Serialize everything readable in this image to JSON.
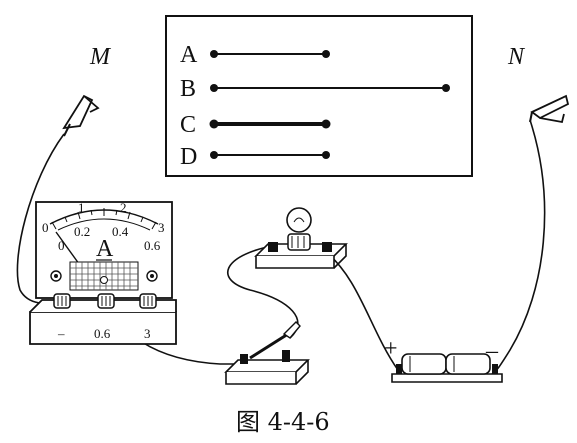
{
  "labels": {
    "clip_left": "M",
    "clip_right": "N",
    "caption": "图 4-4-6"
  },
  "wire_board": {
    "wires": [
      {
        "label": "A"
      },
      {
        "label": "B"
      },
      {
        "label": "C"
      },
      {
        "label": "D"
      }
    ]
  },
  "ammeter": {
    "unit": "A",
    "scale_outer": [
      "0",
      "1",
      "2",
      "3"
    ],
    "scale_inner": [
      "0",
      "0.2",
      "0.4",
      "0.6"
    ],
    "terminals": [
      "–",
      "0.6",
      "3"
    ]
  },
  "battery": {
    "positive": "+",
    "negative": "–"
  },
  "colors": {
    "ink": "#111111",
    "grid": "#555555"
  }
}
